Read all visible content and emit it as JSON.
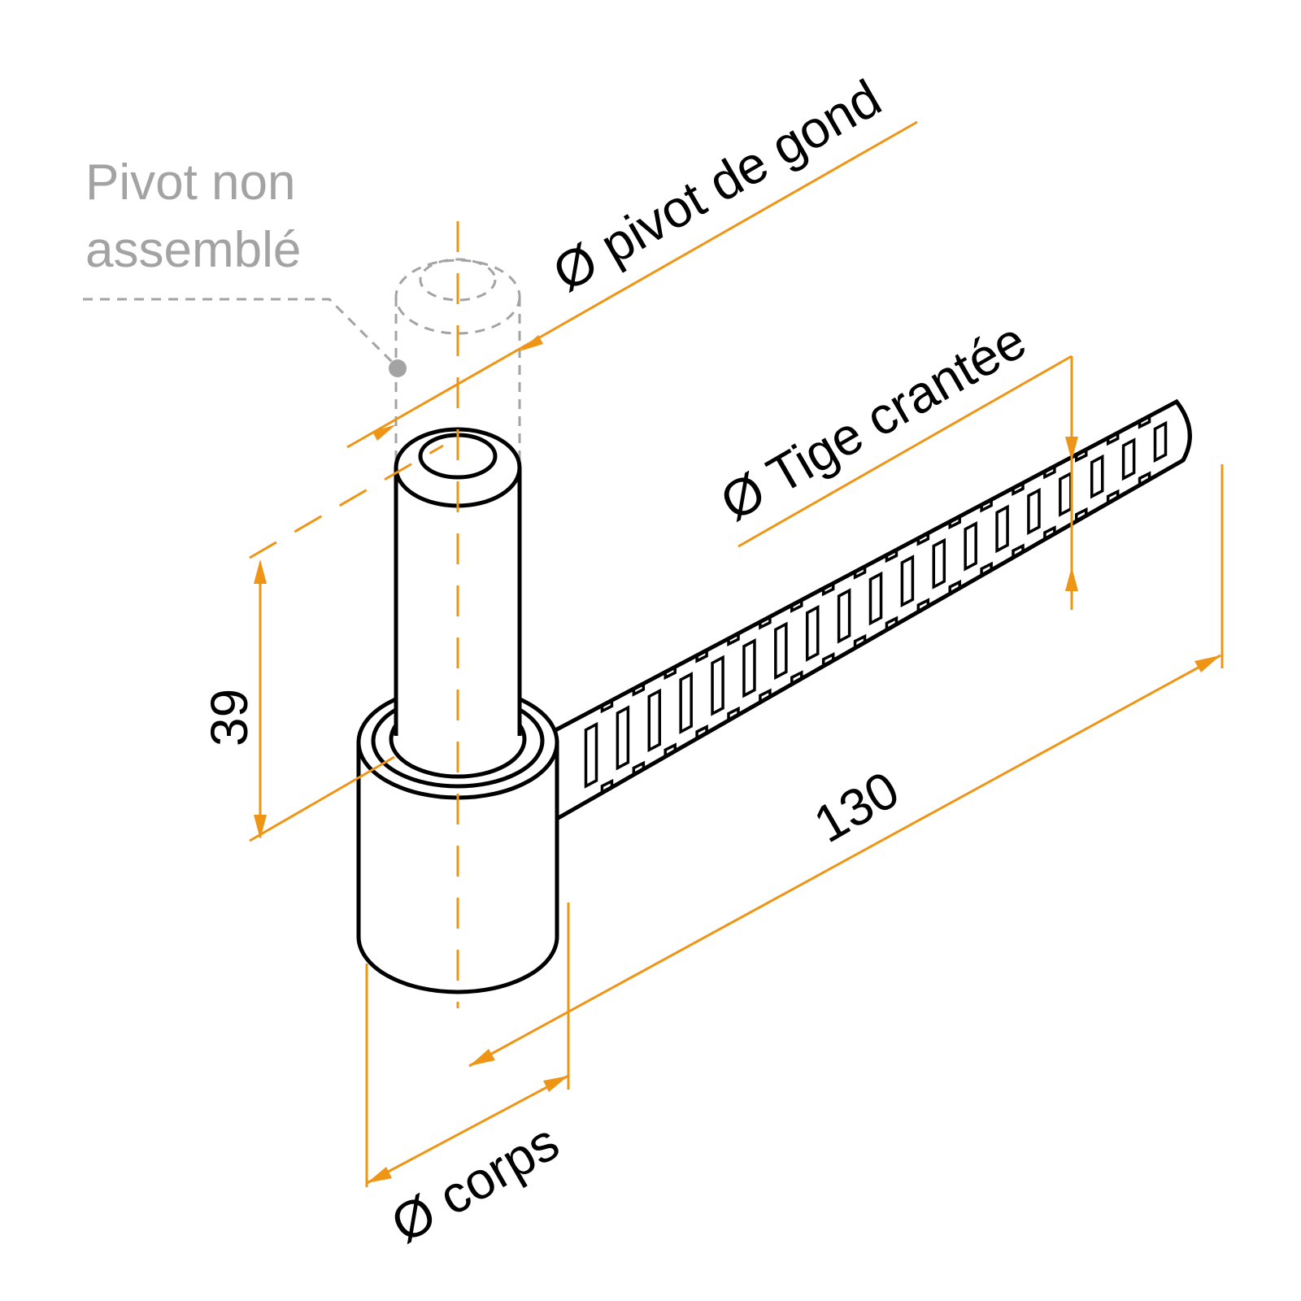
{
  "labels": {
    "pivot_diameter": "Ø pivot de gond",
    "rod_diameter": "Ø Tige crantée",
    "body_diameter": "Ø corps",
    "length": "130",
    "height": "39",
    "note_line1": "Pivot non",
    "note_line2": "assemblé"
  },
  "colors": {
    "dimension": "#ee9516",
    "outline": "#000000",
    "ghost": "#a3a3a3"
  },
  "rod": {
    "notch_count": 19
  }
}
